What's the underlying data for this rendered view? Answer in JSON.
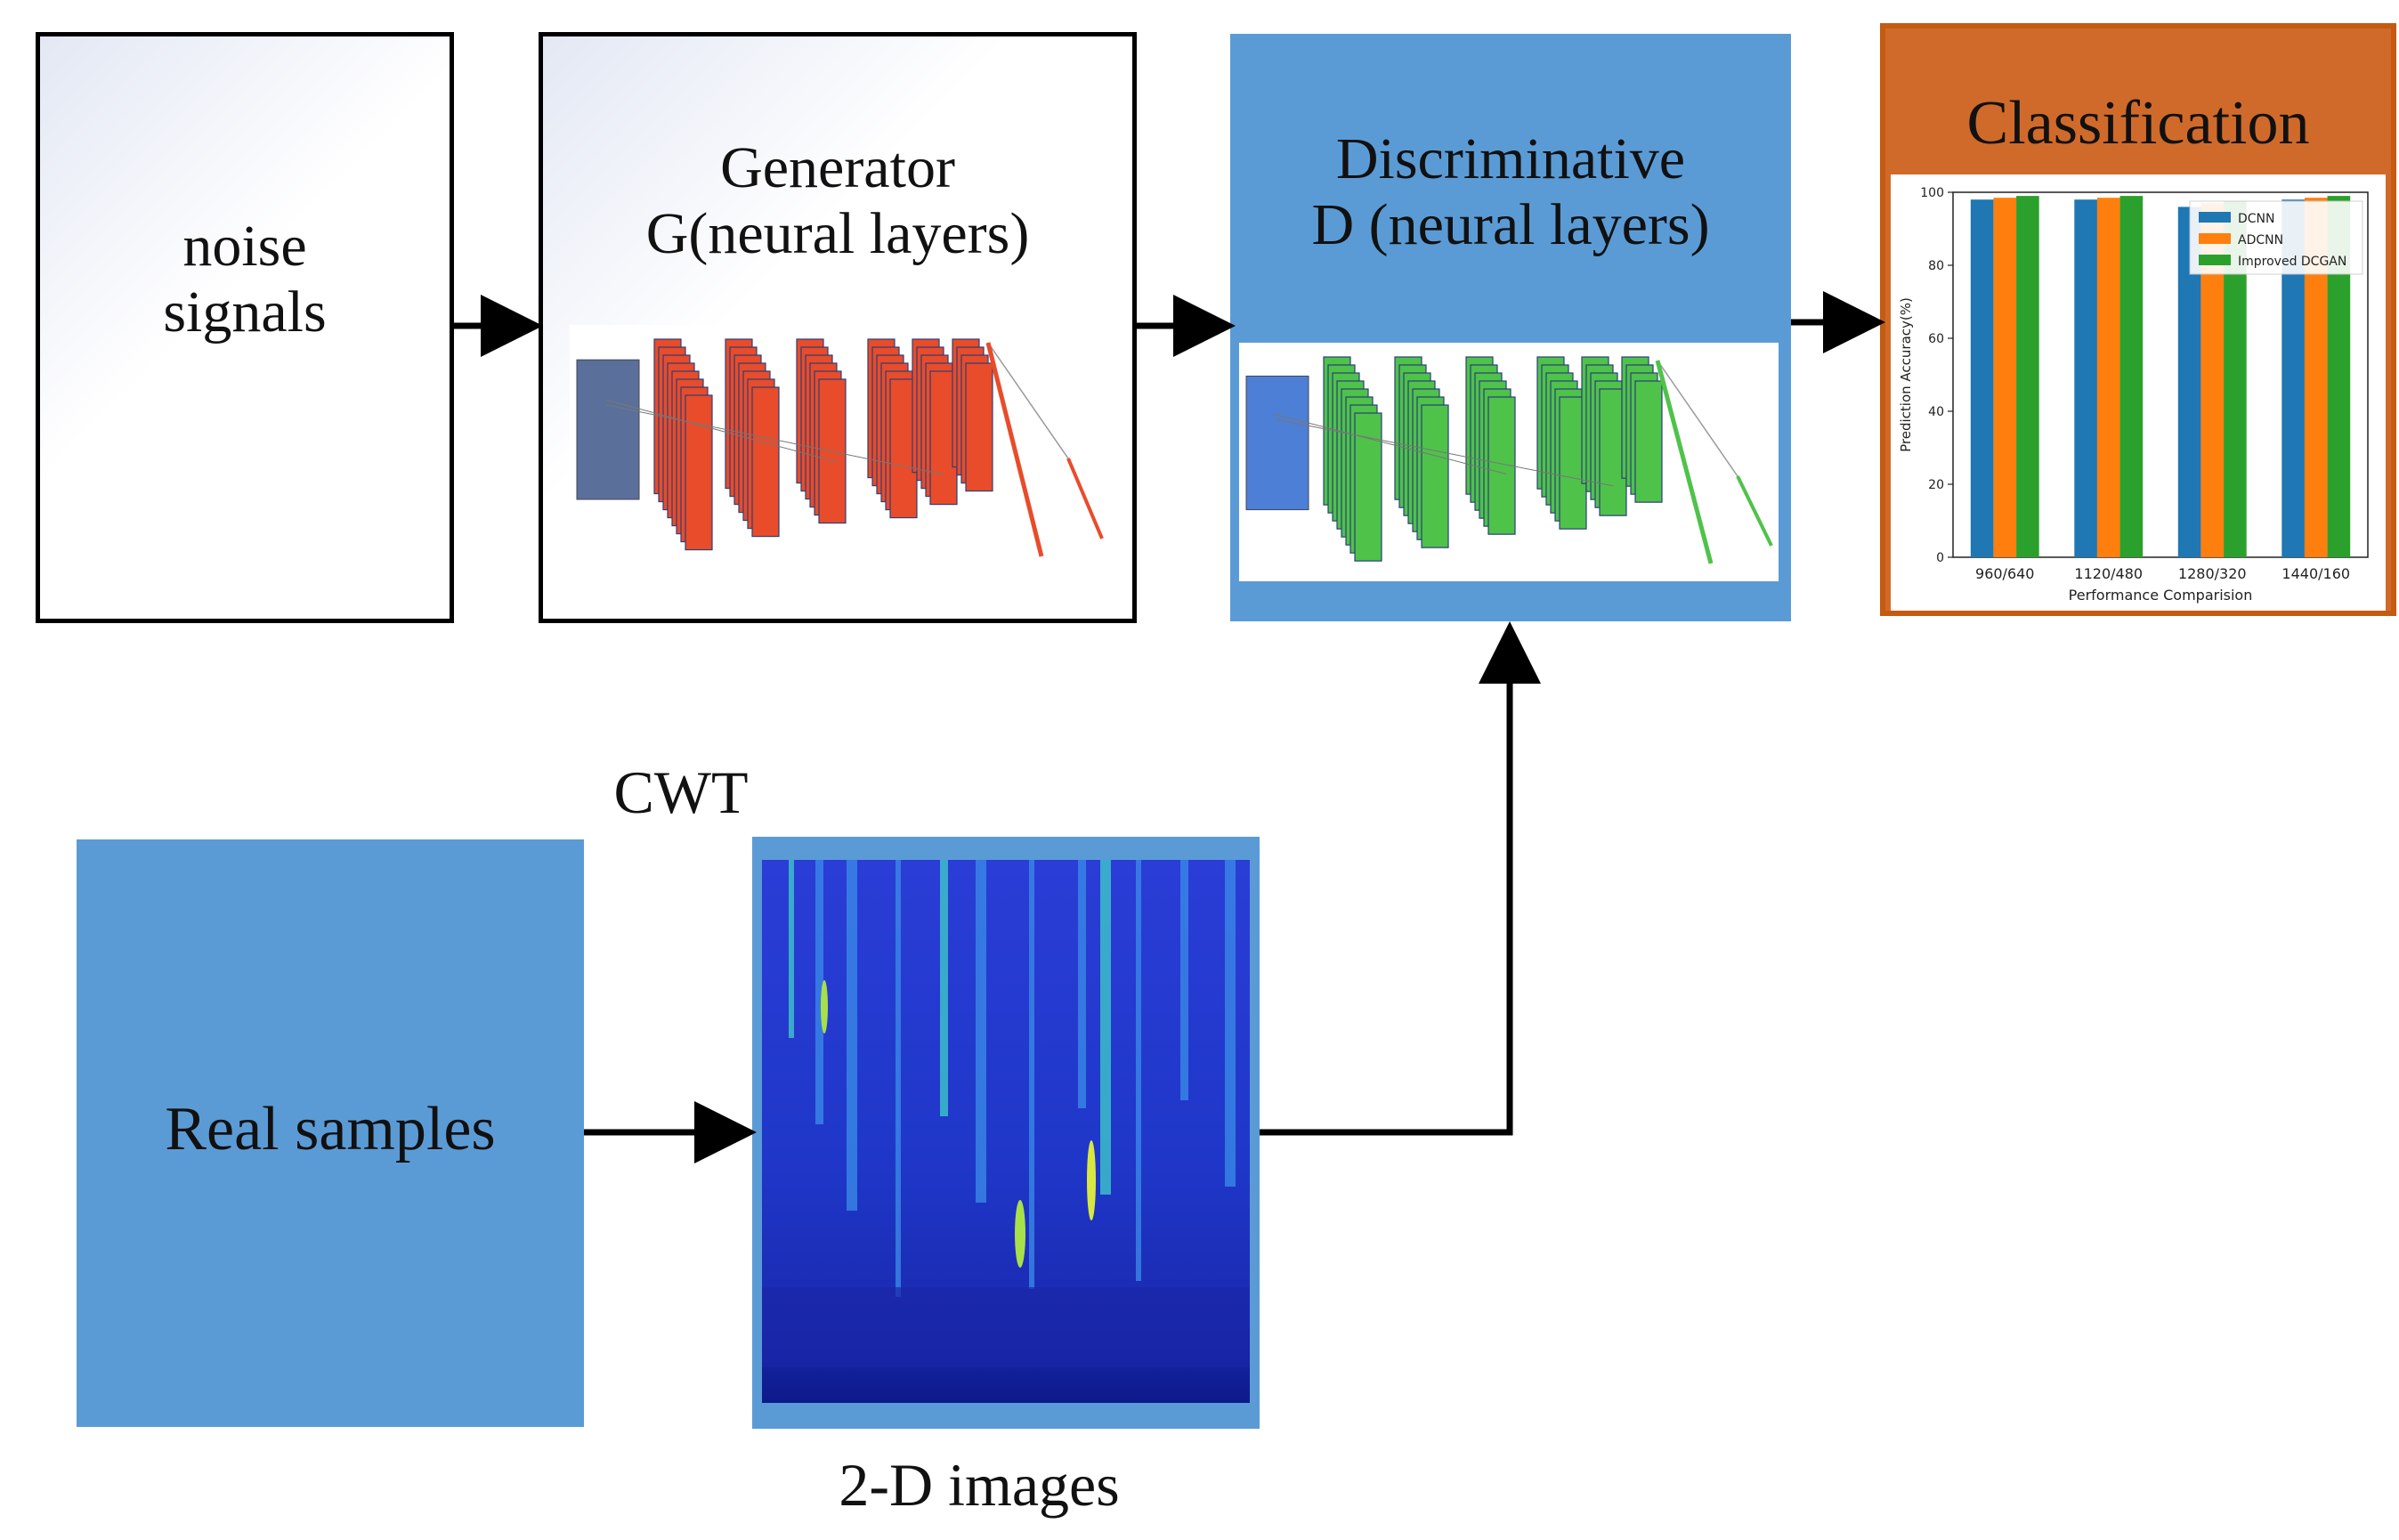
{
  "diagram": {
    "noise": {
      "line1": "noise",
      "line2": "signals"
    },
    "generator": {
      "line1": "Generator",
      "line2": "G(neural layers)"
    },
    "discriminator": {
      "line1": "Discriminative",
      "line2": "D (neural layers)"
    },
    "classification": {
      "title": "Classification"
    },
    "real_samples": {
      "label": "Real samples"
    },
    "cwt": {
      "label": "CWT"
    },
    "images": {
      "label": "2-D images"
    }
  },
  "colors": {
    "generator_layers": "#e84c2a",
    "discriminator_layers": "#4fc24a",
    "panel_blue": "#5b9bd5",
    "classification_orange": "#d06a2a"
  },
  "chart_data": {
    "type": "bar",
    "title": "",
    "xlabel": "Performance Comparision",
    "ylabel": "Prediction Accuracy(%)",
    "ylim": [
      0,
      100
    ],
    "yticks": [
      "0",
      "20",
      "40",
      "60",
      "80",
      "100"
    ],
    "categories": [
      "960/640",
      "1120/480",
      "1280/320",
      "1440/160"
    ],
    "series": [
      {
        "name": "DCNN",
        "color": "#1f77b4",
        "values": [
          98,
          98,
          96,
          98
        ]
      },
      {
        "name": "ADCNN",
        "color": "#ff7f0e",
        "values": [
          98.5,
          98.5,
          97,
          98.5
        ]
      },
      {
        "name": "Improved DCGAN",
        "color": "#2ca02c",
        "values": [
          99,
          99,
          97.5,
          99
        ]
      }
    ],
    "legend": "top-right"
  }
}
